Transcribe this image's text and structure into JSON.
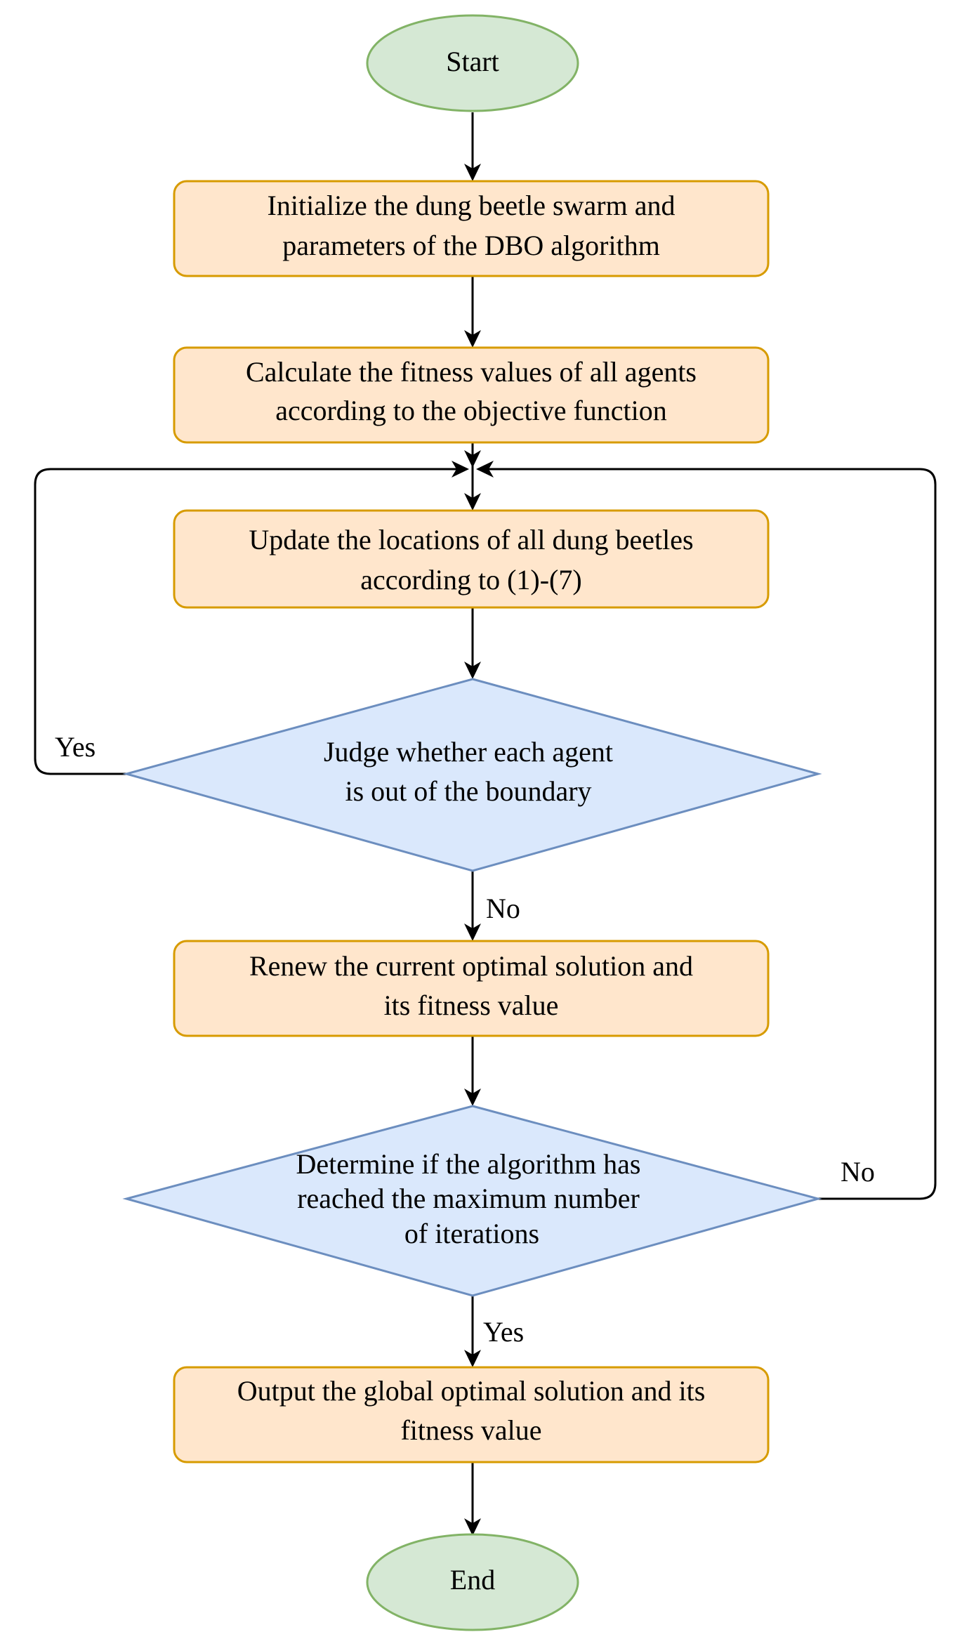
{
  "colors": {
    "terminal_fill": "#d5e8d4",
    "terminal_stroke": "#82b366",
    "process_fill": "#ffe6cc",
    "process_stroke": "#d79b00",
    "decision_fill": "#dae8fc",
    "decision_stroke": "#6c8ebf",
    "edge": "#000000"
  },
  "nodes": {
    "start": {
      "label": "Start"
    },
    "init": {
      "lines": [
        "Initialize the dung beetle swarm and",
        "parameters of the DBO algorithm"
      ]
    },
    "fitness": {
      "lines": [
        "Calculate the fitness values of all agents",
        "according to the objective function"
      ]
    },
    "update": {
      "lines": [
        "Update the locations of all dung beetles",
        "according to (1)-(7)"
      ]
    },
    "boundary": {
      "lines": [
        "Judge whether each agent",
        "is out of the boundary"
      ]
    },
    "renew": {
      "lines": [
        "Renew the current optimal solution and",
        "its fitness value"
      ]
    },
    "max_iter": {
      "lines": [
        "Determine if the algorithm has",
        "reached the maximum number",
        "of iterations"
      ]
    },
    "output": {
      "lines": [
        "Output the global optimal solution and its",
        "fitness value"
      ]
    },
    "end": {
      "label": "End"
    }
  },
  "edge_labels": {
    "boundary_yes": "Yes",
    "boundary_no": "No",
    "max_iter_no": "No",
    "max_iter_yes": "Yes"
  }
}
